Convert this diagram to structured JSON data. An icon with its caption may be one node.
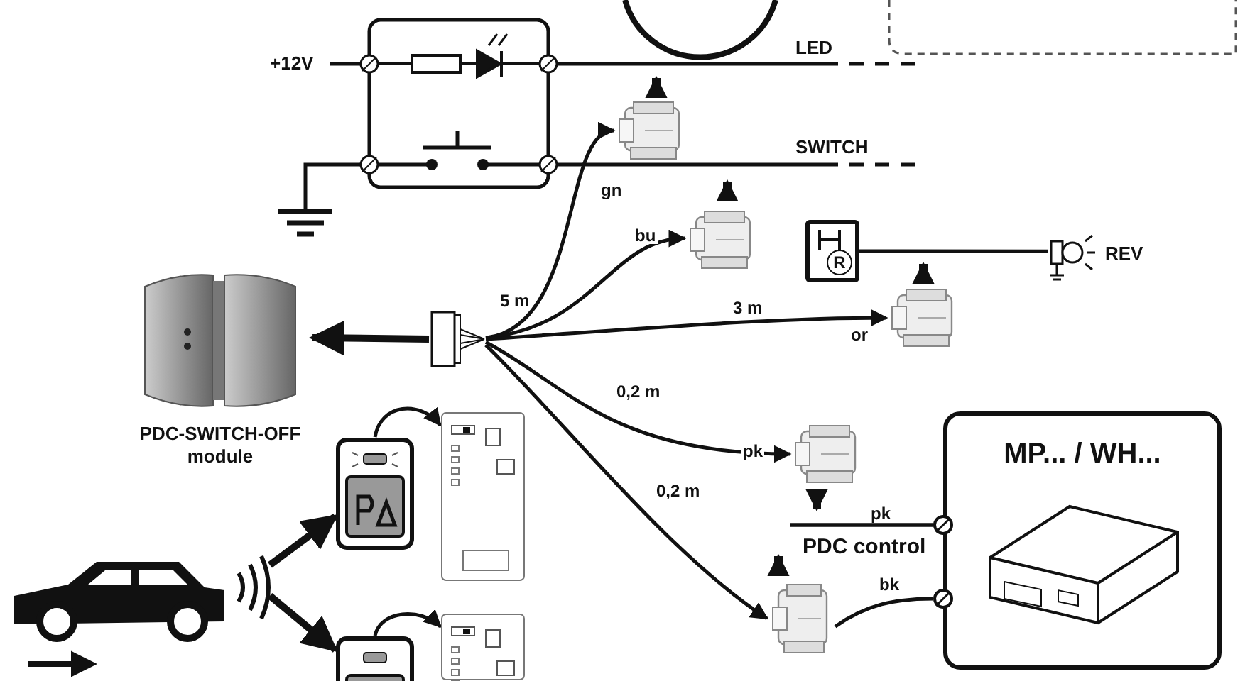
{
  "diagram": {
    "nodes": [
      {
        "text": [],
        "shape": "box"
      },
      {
        "text": [],
        "shape": "picture"
      },
      {
        "text": [],
        "shape": "picture"
      },
      {
        "text": [
          "R"
        ]
      },
      {
        "text": [],
        "shape": "picture",
        "beside": [
          "REV"
        ]
      },
      {
        "text": [],
        "shape": "picture"
      },
      {
        "text": [],
        "shape": "picture",
        "beside": [
          "PDC-SWITCH-OFF module"
        ]
      },
      {
        "text": [],
        "shape": "picture"
      },
      {
        "text": [],
        "shape": "picture"
      },
      {
        "text": [
          "MP... / WH..."
        ]
      },
      {
        "text": [],
        "shape": "picture",
        "in": 9
      },
      {
        "text": [],
        "shape": "picture"
      },
      {
        "text": [],
        "shape": "picture"
      },
      {
        "text": [],
        "shape": "picture"
      },
      {
        "text": [],
        "shape": "picture"
      },
      {
        "text": [],
        "shape": "picture"
      },
      {
        "text": [],
        "shape": "picture"
      },
      {
        "text": [],
        "shape": "circle"
      },
      {
        "text": [],
        "shape": "circle"
      }
    ],
    "edges": [
      {
        "from": 7,
        "to": 6,
        "arrow": "to",
        "style": "thick"
      },
      {
        "from": 7,
        "to": 1,
        "arrow": "to",
        "label": "gn"
      },
      {
        "from": 7,
        "to": 2,
        "arrow": "to",
        "label": "bu"
      },
      {
        "from": 7,
        "to": 5,
        "arrow": "to",
        "label": "or"
      },
      {
        "from": 7,
        "to": 8,
        "arrow": "to",
        "label": "pk"
      },
      {
        "from": 7,
        "to": 11,
        "arrow": "to"
      },
      {
        "from": 3,
        "to": 4,
        "arrow": "none"
      },
      {
        "from": 11,
        "to": 18,
        "arrow": "none",
        "label": "bk"
      },
      {
        "from": null,
        "to": 17,
        "arrow": "none",
        "label": "pk"
      },
      {
        "from": 12,
        "to": 13,
        "arrow": "to",
        "style": "thick"
      },
      {
        "from": 12,
        "to": 15,
        "arrow": "to",
        "style": "thick"
      },
      {
        "from": 13,
        "to": 14,
        "arrow": "to"
      },
      {
        "from": 15,
        "to": 16,
        "arrow": "to"
      }
    ],
    "labels": [
      "+12V",
      "LED",
      "SWITCH",
      "5 m",
      "3 m",
      "0,2 m",
      "0,2 m",
      "PDC control"
    ]
  }
}
